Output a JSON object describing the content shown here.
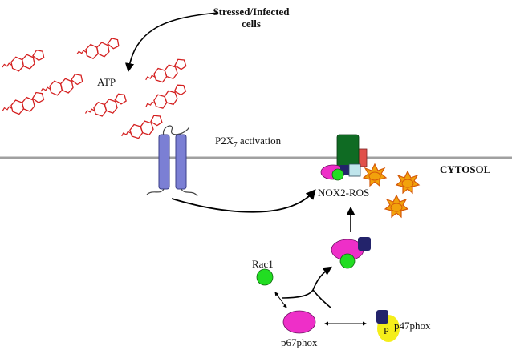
{
  "labels": {
    "stressed_line1": "Stressed/Infected",
    "stressed_line2": "cells",
    "atp": "ATP",
    "p2x7_main": "P2X",
    "p2x7_sub": "7",
    "p2x7_suffix": " activation",
    "cytosol": "CYTOSOL",
    "nox2": "NOX2-ROS",
    "rac1": "Rac1",
    "p67phox": "p67phox",
    "p47phox": "p47phox",
    "phospho": "P"
  },
  "colors": {
    "atp_molecule": "#d42020",
    "membrane": "#a0a0a0",
    "receptor": "#7b7fd4",
    "receptor_edge": "#3b3f8a",
    "nox_green": "#0f6b23",
    "nox_red": "#e0504a",
    "nox_navy": "#23236b",
    "nox_lightblue": "#bfe5ec",
    "p67phox": "#ee2fc8",
    "rac1": "#22dd22",
    "p47phox_square": "#23236b",
    "phospho_yellow": "#f5ee1a",
    "ros_star": "#f2a20c",
    "ros_star_edge": "#d55a0a"
  }
}
